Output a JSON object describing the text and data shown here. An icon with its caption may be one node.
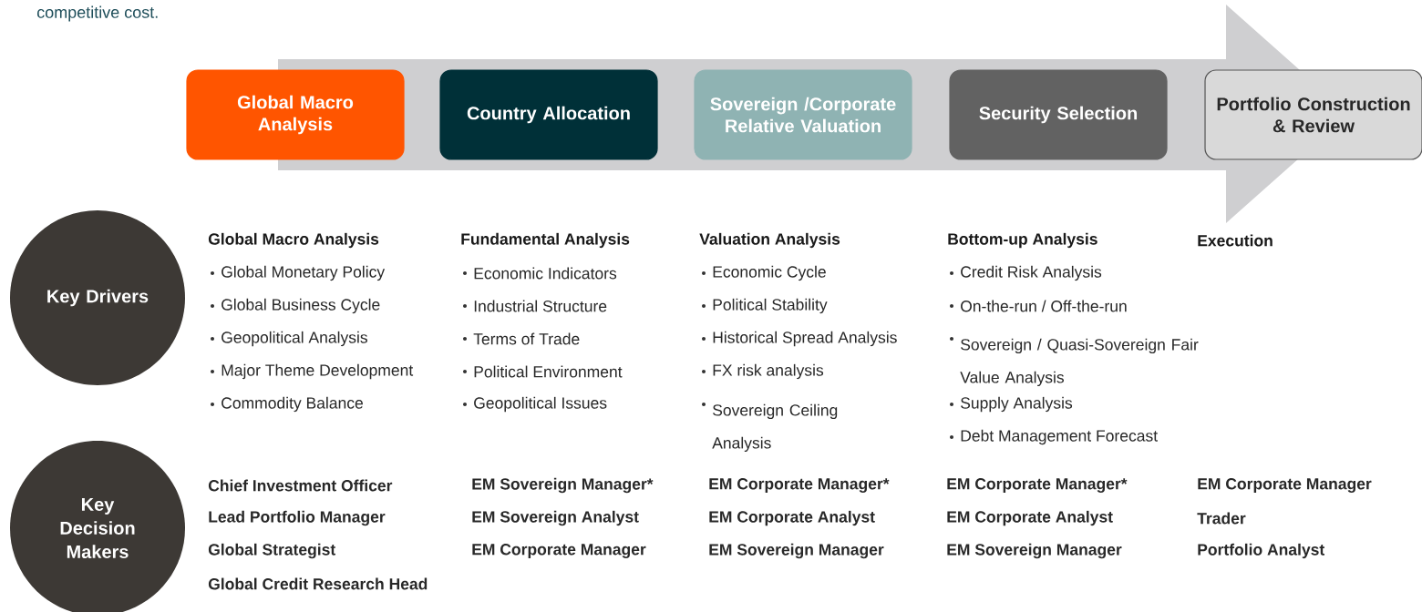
{
  "diagram": {
    "nodes": [
      {
        "text": [
          "Global Macro Analysis"
        ]
      },
      {
        "text": [
          "Country Allocation"
        ]
      },
      {
        "text": [
          "Sovereign /Corporate Relative Valuation"
        ]
      },
      {
        "text": [
          "Security Selection"
        ]
      },
      {
        "text": [
          "Portfolio Construction & Review"
        ]
      },
      {
        "text": [
          "Key Drivers"
        ]
      },
      {
        "text": [
          "Key Decision Makers"
        ]
      }
    ],
    "labels": [
      "competitive cost.",
      "Global Macro Analysis",
      "Global Monetary Policy",
      "Global Business Cycle",
      "Geopolitical Analysis",
      "Major Theme Development",
      "Commodity Balance",
      "Fundamental Analysis",
      "Economic Indicators",
      "Industrial Structure",
      "Terms of Trade",
      "Political Environment",
      "Geopolitical Issues",
      "Valuation Analysis",
      "Economic Cycle",
      "Political Stability",
      "Historical Spread Analysis",
      "FX risk analysis",
      "Sovereign Ceiling Analysis",
      "Bottom-up Analysis",
      "Credit Risk Analysis",
      "On-the-run / Off-the-run",
      "Sovereign / Quasi-Sovereign Fair Value Analysis",
      "Supply Analysis",
      "Debt Management Forecast",
      "Execution",
      "Chief Investment Officer",
      "Lead Portfolio Manager",
      "Global Strategist",
      "Global Credit Research Head",
      "EM Sovereign Manager*",
      "EM Sovereign Analyst",
      "EM Corporate Manager",
      "EM Corporate Manager*",
      "EM Corporate Analyst",
      "EM Sovereign Manager",
      "EM Corporate Manager*",
      "EM Corporate Analyst",
      "EM Sovereign Manager",
      "EM Corporate Manager",
      "Trader",
      "Portfolio Analyst"
    ]
  }
}
